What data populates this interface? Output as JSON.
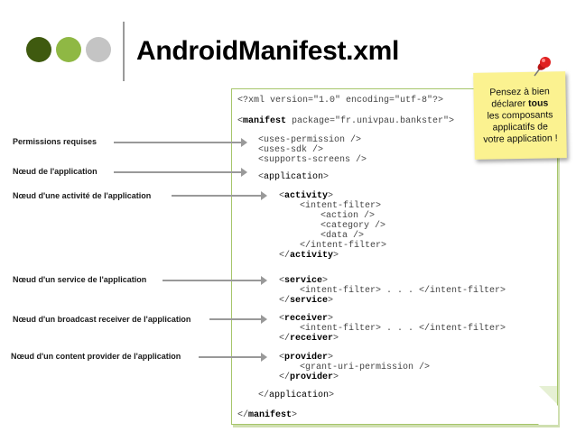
{
  "header": {
    "title": "AndroidManifest.xml"
  },
  "colors": {
    "dot_dark": "#3f5a0f",
    "dot_green": "#8fb844",
    "dot_grey": "#c4c4c4",
    "paper_border": "#a6c56a",
    "sticky": "#fbf290",
    "pin": "#e02020"
  },
  "code": {
    "xml_decl": "<?xml version=\"1.0\" encoding=\"utf-8\"?>",
    "manifest_open_tag": "manifest",
    "manifest_open_attr": " package=\"fr.univpau.bankster\">",
    "uses_permission": "<uses-permission />",
    "uses_sdk": "<uses-sdk />",
    "supports_screens": "<supports-screens />",
    "application_open": "application",
    "activity_open": "activity",
    "intent_filter_open": "<intent-filter>",
    "action": "<action />",
    "category": "<category />",
    "data": "<data />",
    "intent_filter_close": "</intent-filter>",
    "activity_close": "activity",
    "service_open": "service",
    "service_intent_filter": "<intent-filter> . . . </intent-filter>",
    "service_close": "service",
    "receiver_open": "receiver",
    "receiver_intent_filter": "<intent-filter> . . . </intent-filter>",
    "receiver_close": "receiver",
    "provider_open": "provider",
    "grant_uri_permission": "<grant-uri-permission />",
    "provider_close": "provider",
    "application_close": "application",
    "manifest_close": "manifest"
  },
  "labels": {
    "permissions": "Permissions requises",
    "application_node": "Nœud de l'application",
    "activity_node": "Nœud d'une activité de l'application",
    "service_node": "Nœud d'un service de l'application",
    "receiver_node": "Nœud d'un broadcast receiver de l'application",
    "provider_node": "Nœud d'un content provider de l'application"
  },
  "sticky": {
    "line1": "Pensez à bien",
    "line2_prefix": "déclarer ",
    "line2_bold": "tous",
    "line3": "les composants",
    "line4": "applicatifs de",
    "line5": "votre application !"
  }
}
